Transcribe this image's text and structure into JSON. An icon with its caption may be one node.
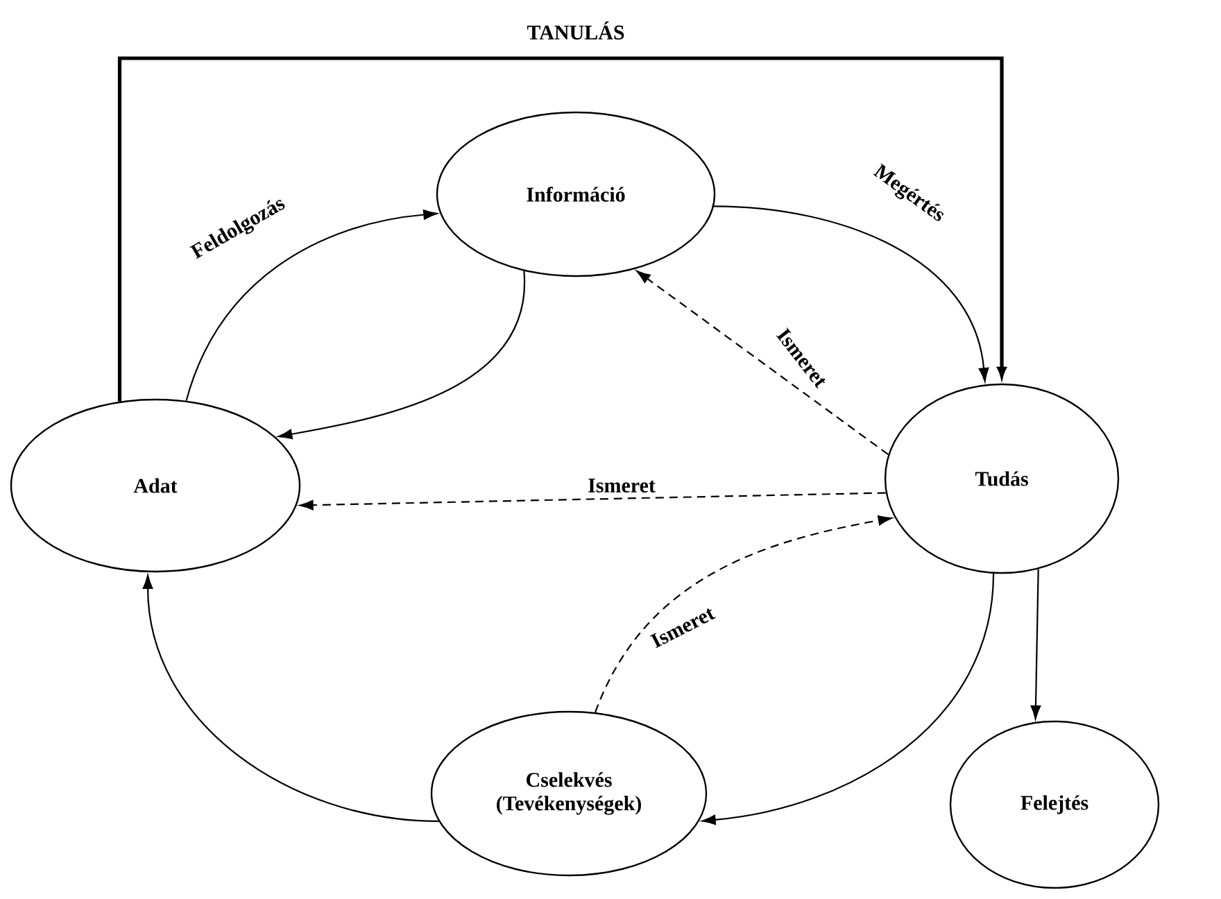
{
  "diagram": {
    "nodes": [
      {
        "text": [
          "Információ"
        ]
      },
      {
        "text": [
          "Adat"
        ]
      },
      {
        "text": [
          "Tudás"
        ]
      },
      {
        "text": [
          "Cselekvés (Tevékenységek)"
        ]
      },
      {
        "text": [
          "Felejtés"
        ]
      }
    ],
    "edges": [
      {
        "from": 1,
        "to": 0,
        "arrow": "to",
        "label": "Feldolgozás"
      },
      {
        "from": 0,
        "to": 1,
        "arrow": "to"
      },
      {
        "from": 0,
        "to": 2,
        "arrow": "to",
        "label": "Megértés"
      },
      {
        "from": 2,
        "to": 0,
        "arrow": "to",
        "label": "Ismeret",
        "style": "dashed"
      },
      {
        "from": 2,
        "to": 1,
        "arrow": "to",
        "label": "Ismeret",
        "style": "dashed"
      },
      {
        "from": 3,
        "to": 2,
        "arrow": "to",
        "label": "Ismeret",
        "style": "dashed"
      },
      {
        "from": 2,
        "to": 3,
        "arrow": "to"
      },
      {
        "from": 3,
        "to": 1,
        "arrow": "to"
      },
      {
        "from": 2,
        "to": 4,
        "arrow": "to"
      },
      {
        "from": 1,
        "to": 2,
        "arrow": "to",
        "label": "TANULÁS",
        "style": "thick"
      }
    ]
  }
}
